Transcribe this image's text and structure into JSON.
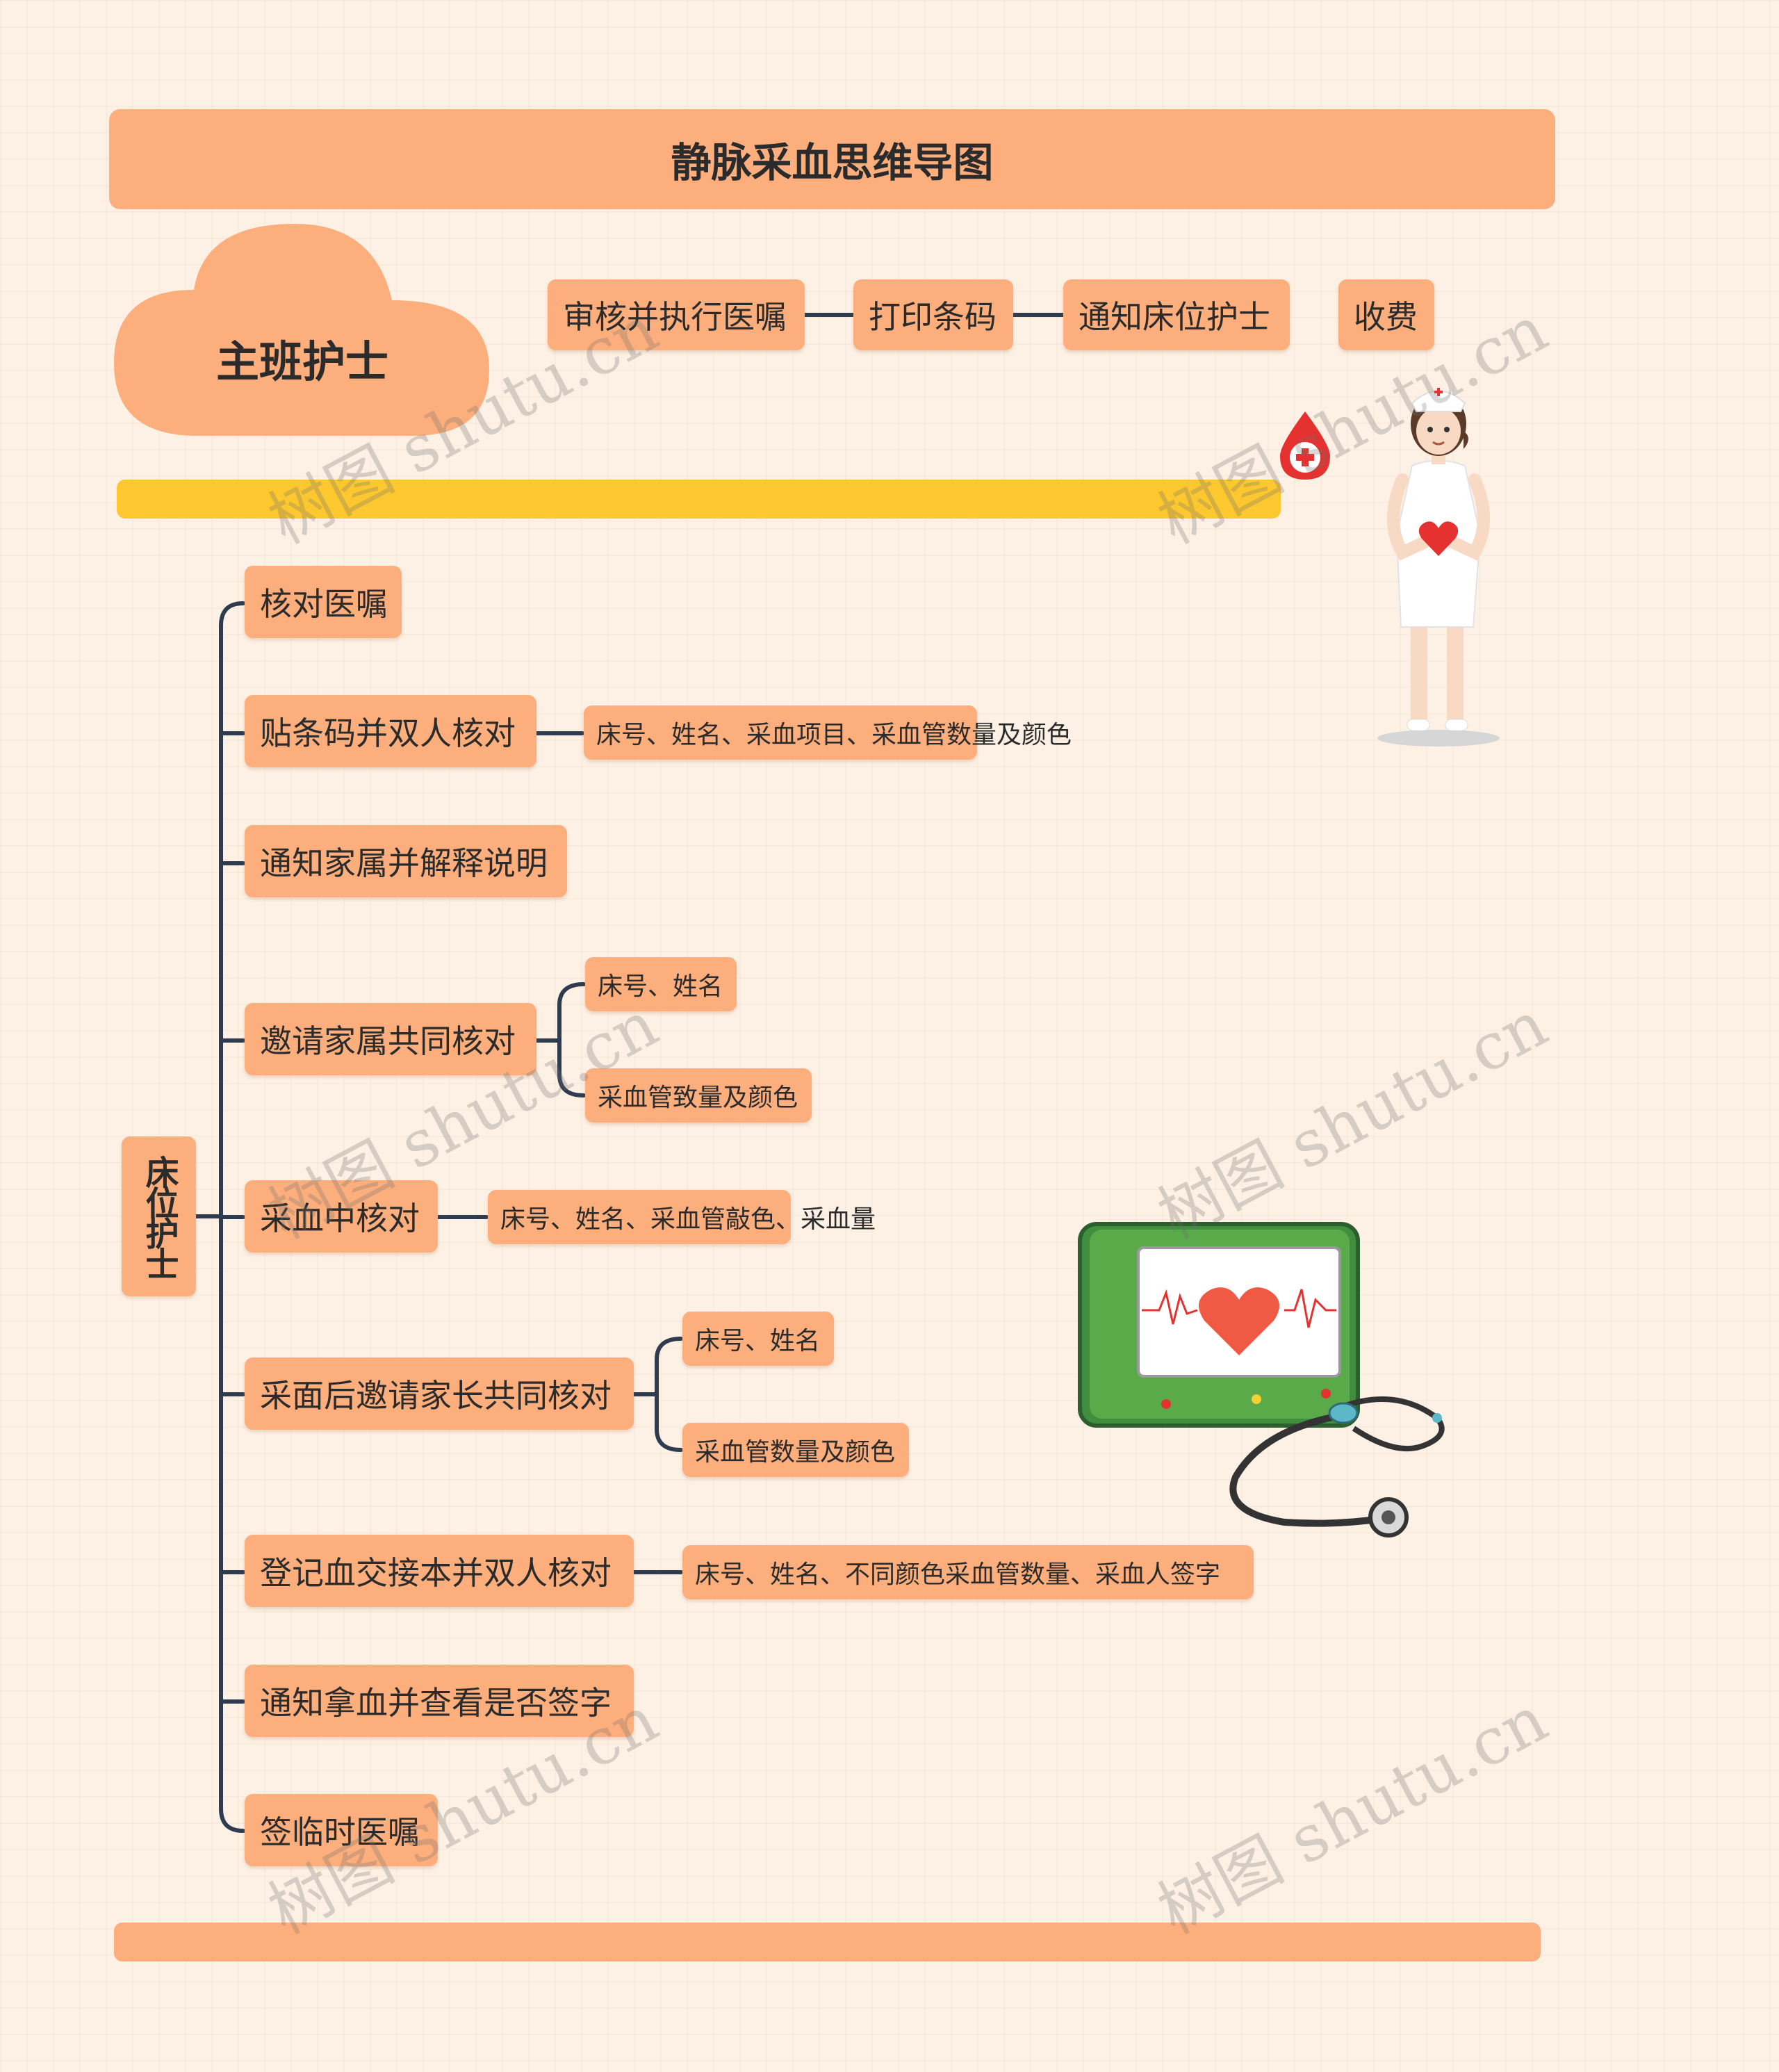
{
  "title": "静脉采血思维导图",
  "head_nurse": {
    "label": "主班护士",
    "steps": [
      "审核并执行医嘱",
      "打印条码",
      "通知床位护士",
      "收费"
    ]
  },
  "bed_nurse": {
    "label": "床位护士",
    "branches": [
      {
        "label": "核对医嘱",
        "details": []
      },
      {
        "label": "贴条码并双人核对",
        "details": [
          "床号、姓名、采血项目、采血管数量及颜色"
        ]
      },
      {
        "label": "通知家属并解释说明",
        "details": []
      },
      {
        "label": "邀请家属共同核对",
        "details": [
          "床号、姓名",
          "采血管致量及颜色"
        ]
      },
      {
        "label": "采血中核对",
        "details": [
          "床号、姓名、采血管敲色、采血量"
        ]
      },
      {
        "label": "采面后邀请家长共同核对",
        "details": [
          "床号、姓名",
          "采血管数量及颜色"
        ]
      },
      {
        "label": "登记血交接本并双人核对",
        "details": [
          "床号、姓名、不同颜色采血管数量、采血人签字"
        ]
      },
      {
        "label": "通知拿血并查看是否签字",
        "details": []
      },
      {
        "label": "签临时医嘱",
        "details": []
      }
    ]
  },
  "watermark": "树图 shutu.cn",
  "colors": {
    "background": "#fdf0e4",
    "node": "#fcae7c",
    "highlight_bar": "#fdc82f",
    "connector": "#2f3b4f"
  }
}
